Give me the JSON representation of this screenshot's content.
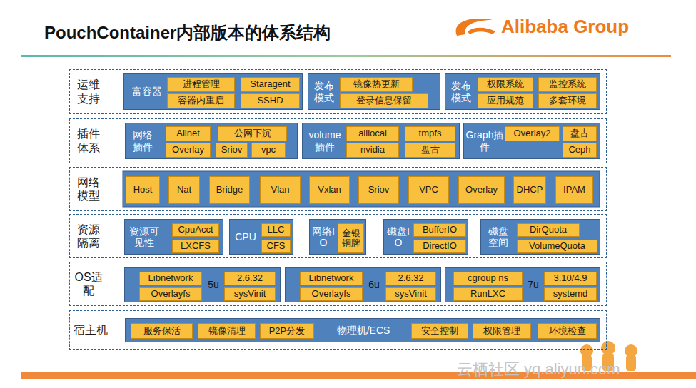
{
  "diagram": {
    "title": "PouchContainer内部版本的体系结构",
    "nodes": [
      {
        "text": [
          "运维支持"
        ]
      },
      {
        "text": [
          "富容器"
        ],
        "in": 0
      },
      {
        "text": [
          "进程管理"
        ],
        "in": 1
      },
      {
        "text": [
          "Staragent"
        ],
        "in": 1
      },
      {
        "text": [
          "容器内重启"
        ],
        "in": 1
      },
      {
        "text": [
          "SSHD"
        ],
        "in": 1
      },
      {
        "text": [
          "发布模式"
        ],
        "in": 0
      },
      {
        "text": [
          "镜像热更新"
        ],
        "in": 6
      },
      {
        "text": [
          "登录信息保留"
        ],
        "in": 6
      },
      {
        "text": [
          "发布模式"
        ],
        "in": 0
      },
      {
        "text": [
          "权限系统"
        ],
        "in": 9
      },
      {
        "text": [
          "监控系统"
        ],
        "in": 9
      },
      {
        "text": [
          "应用规范"
        ],
        "in": 9
      },
      {
        "text": [
          "多套环境"
        ],
        "in": 9
      },
      {
        "text": [
          "插件体系"
        ]
      },
      {
        "text": [
          "网络插件"
        ],
        "in": 14
      },
      {
        "text": [
          "Alinet"
        ],
        "in": 15
      },
      {
        "text": [
          "公网下沉"
        ],
        "in": 15
      },
      {
        "text": [
          "Overlay"
        ],
        "in": 15
      },
      {
        "text": [
          "Sriov"
        ],
        "in": 15
      },
      {
        "text": [
          "vpc"
        ],
        "in": 15
      },
      {
        "text": [
          "volume插件"
        ],
        "in": 14
      },
      {
        "text": [
          "alilocal"
        ],
        "in": 21
      },
      {
        "text": [
          "tmpfs"
        ],
        "in": 21
      },
      {
        "text": [
          "nvidia"
        ],
        "in": 21
      },
      {
        "text": [
          "盘古"
        ],
        "in": 21
      },
      {
        "text": [
          "Graph插件"
        ],
        "in": 14
      },
      {
        "text": [
          "Overlay2"
        ],
        "in": 26
      },
      {
        "text": [
          "盘古"
        ],
        "in": 26
      },
      {
        "text": [
          "Ceph"
        ],
        "in": 26
      },
      {
        "text": [
          "网络模型"
        ]
      },
      {
        "text": [
          "Host"
        ],
        "in": 30
      },
      {
        "text": [
          "Nat"
        ],
        "in": 30
      },
      {
        "text": [
          "Bridge"
        ],
        "in": 30
      },
      {
        "text": [
          "Vlan"
        ],
        "in": 30
      },
      {
        "text": [
          "Vxlan"
        ],
        "in": 30
      },
      {
        "text": [
          "Sriov"
        ],
        "in": 30
      },
      {
        "text": [
          "VPC"
        ],
        "in": 30
      },
      {
        "text": [
          "Overlay"
        ],
        "in": 30
      },
      {
        "text": [
          "DHCP"
        ],
        "in": 30
      },
      {
        "text": [
          "IPAM"
        ],
        "in": 30
      },
      {
        "text": [
          "资源隔离"
        ]
      },
      {
        "text": [
          "资源可见性"
        ],
        "in": 41
      },
      {
        "text": [
          "CpuAcct"
        ],
        "in": 42
      },
      {
        "text": [
          "LXCFS"
        ],
        "in": 42
      },
      {
        "text": [
          "CPU"
        ],
        "in": 41
      },
      {
        "text": [
          "LLC"
        ],
        "in": 45
      },
      {
        "text": [
          "CFS"
        ],
        "in": 45
      },
      {
        "text": [
          "网络IO"
        ],
        "in": 41
      },
      {
        "text": [
          "金银铜牌"
        ],
        "in": 48
      },
      {
        "text": [
          "磁盘IO"
        ],
        "in": 41
      },
      {
        "text": [
          "BufferIO"
        ],
        "in": 50
      },
      {
        "text": [
          "DirectIO"
        ],
        "in": 50
      },
      {
        "text": [
          "磁盘空间"
        ],
        "in": 41
      },
      {
        "text": [
          "DirQuota"
        ],
        "in": 53
      },
      {
        "text": [
          "VolumeQuota"
        ],
        "in": 53
      },
      {
        "text": [
          "OS适配"
        ]
      },
      {
        "text": [
          "5u"
        ],
        "in": 56
      },
      {
        "text": [
          "Libnetwork"
        ],
        "in": 57
      },
      {
        "text": [
          "Overlayfs"
        ],
        "in": 57
      },
      {
        "text": [
          "2.6.32"
        ],
        "in": 57
      },
      {
        "text": [
          "sysVinit"
        ],
        "in": 57
      },
      {
        "text": [
          "6u"
        ],
        "in": 56
      },
      {
        "text": [
          "Libnetwork"
        ],
        "in": 62
      },
      {
        "text": [
          "Overlayfs"
        ],
        "in": 62
      },
      {
        "text": [
          "2.6.32"
        ],
        "in": 62
      },
      {
        "text": [
          "sysVinit"
        ],
        "in": 62
      },
      {
        "text": [
          "7u"
        ],
        "in": 56
      },
      {
        "text": [
          "cgroup ns"
        ],
        "in": 67
      },
      {
        "text": [
          "RunLXC"
        ],
        "in": 67
      },
      {
        "text": [
          "3.10/4.9"
        ],
        "in": 67
      },
      {
        "text": [
          "systemd"
        ],
        "in": 67
      },
      {
        "text": [
          "宿主机"
        ]
      },
      {
        "text": [
          "物理机/ECS"
        ],
        "in": 72
      },
      {
        "text": [
          "服务保活"
        ],
        "in": 73
      },
      {
        "text": [
          "镜像清理"
        ],
        "in": 73
      },
      {
        "text": [
          "P2P分发"
        ],
        "in": 73
      },
      {
        "text": [
          "安全控制"
        ],
        "in": 73
      },
      {
        "text": [
          "权限管理"
        ],
        "in": 73
      },
      {
        "text": [
          "环境检查"
        ],
        "in": 73
      }
    ],
    "labels": [
      "Alibaba Group",
      "云栖社区 yq.aliyun.com"
    ]
  }
}
